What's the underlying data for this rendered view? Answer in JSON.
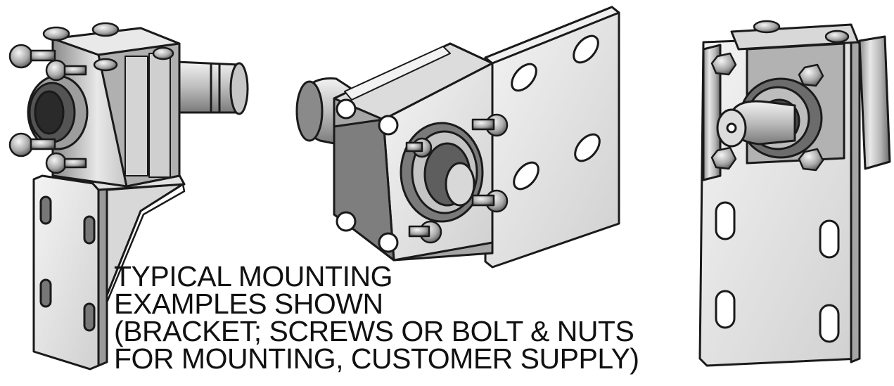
{
  "caption": {
    "lines": [
      "TYPICAL MOUNTING",
      "EXAMPLES SHOWN",
      "(BRACKET; SCREWS OR BOLT & NUTS",
      "FOR MOUNTING, CUSTOMER SUPPLY)"
    ]
  },
  "colors": {
    "outline": "#1a1a1a",
    "metal_light": "#e6e6e6",
    "metal_mid": "#b9b9b9",
    "metal_dark": "#6f6f6f",
    "background": "#ffffff"
  }
}
